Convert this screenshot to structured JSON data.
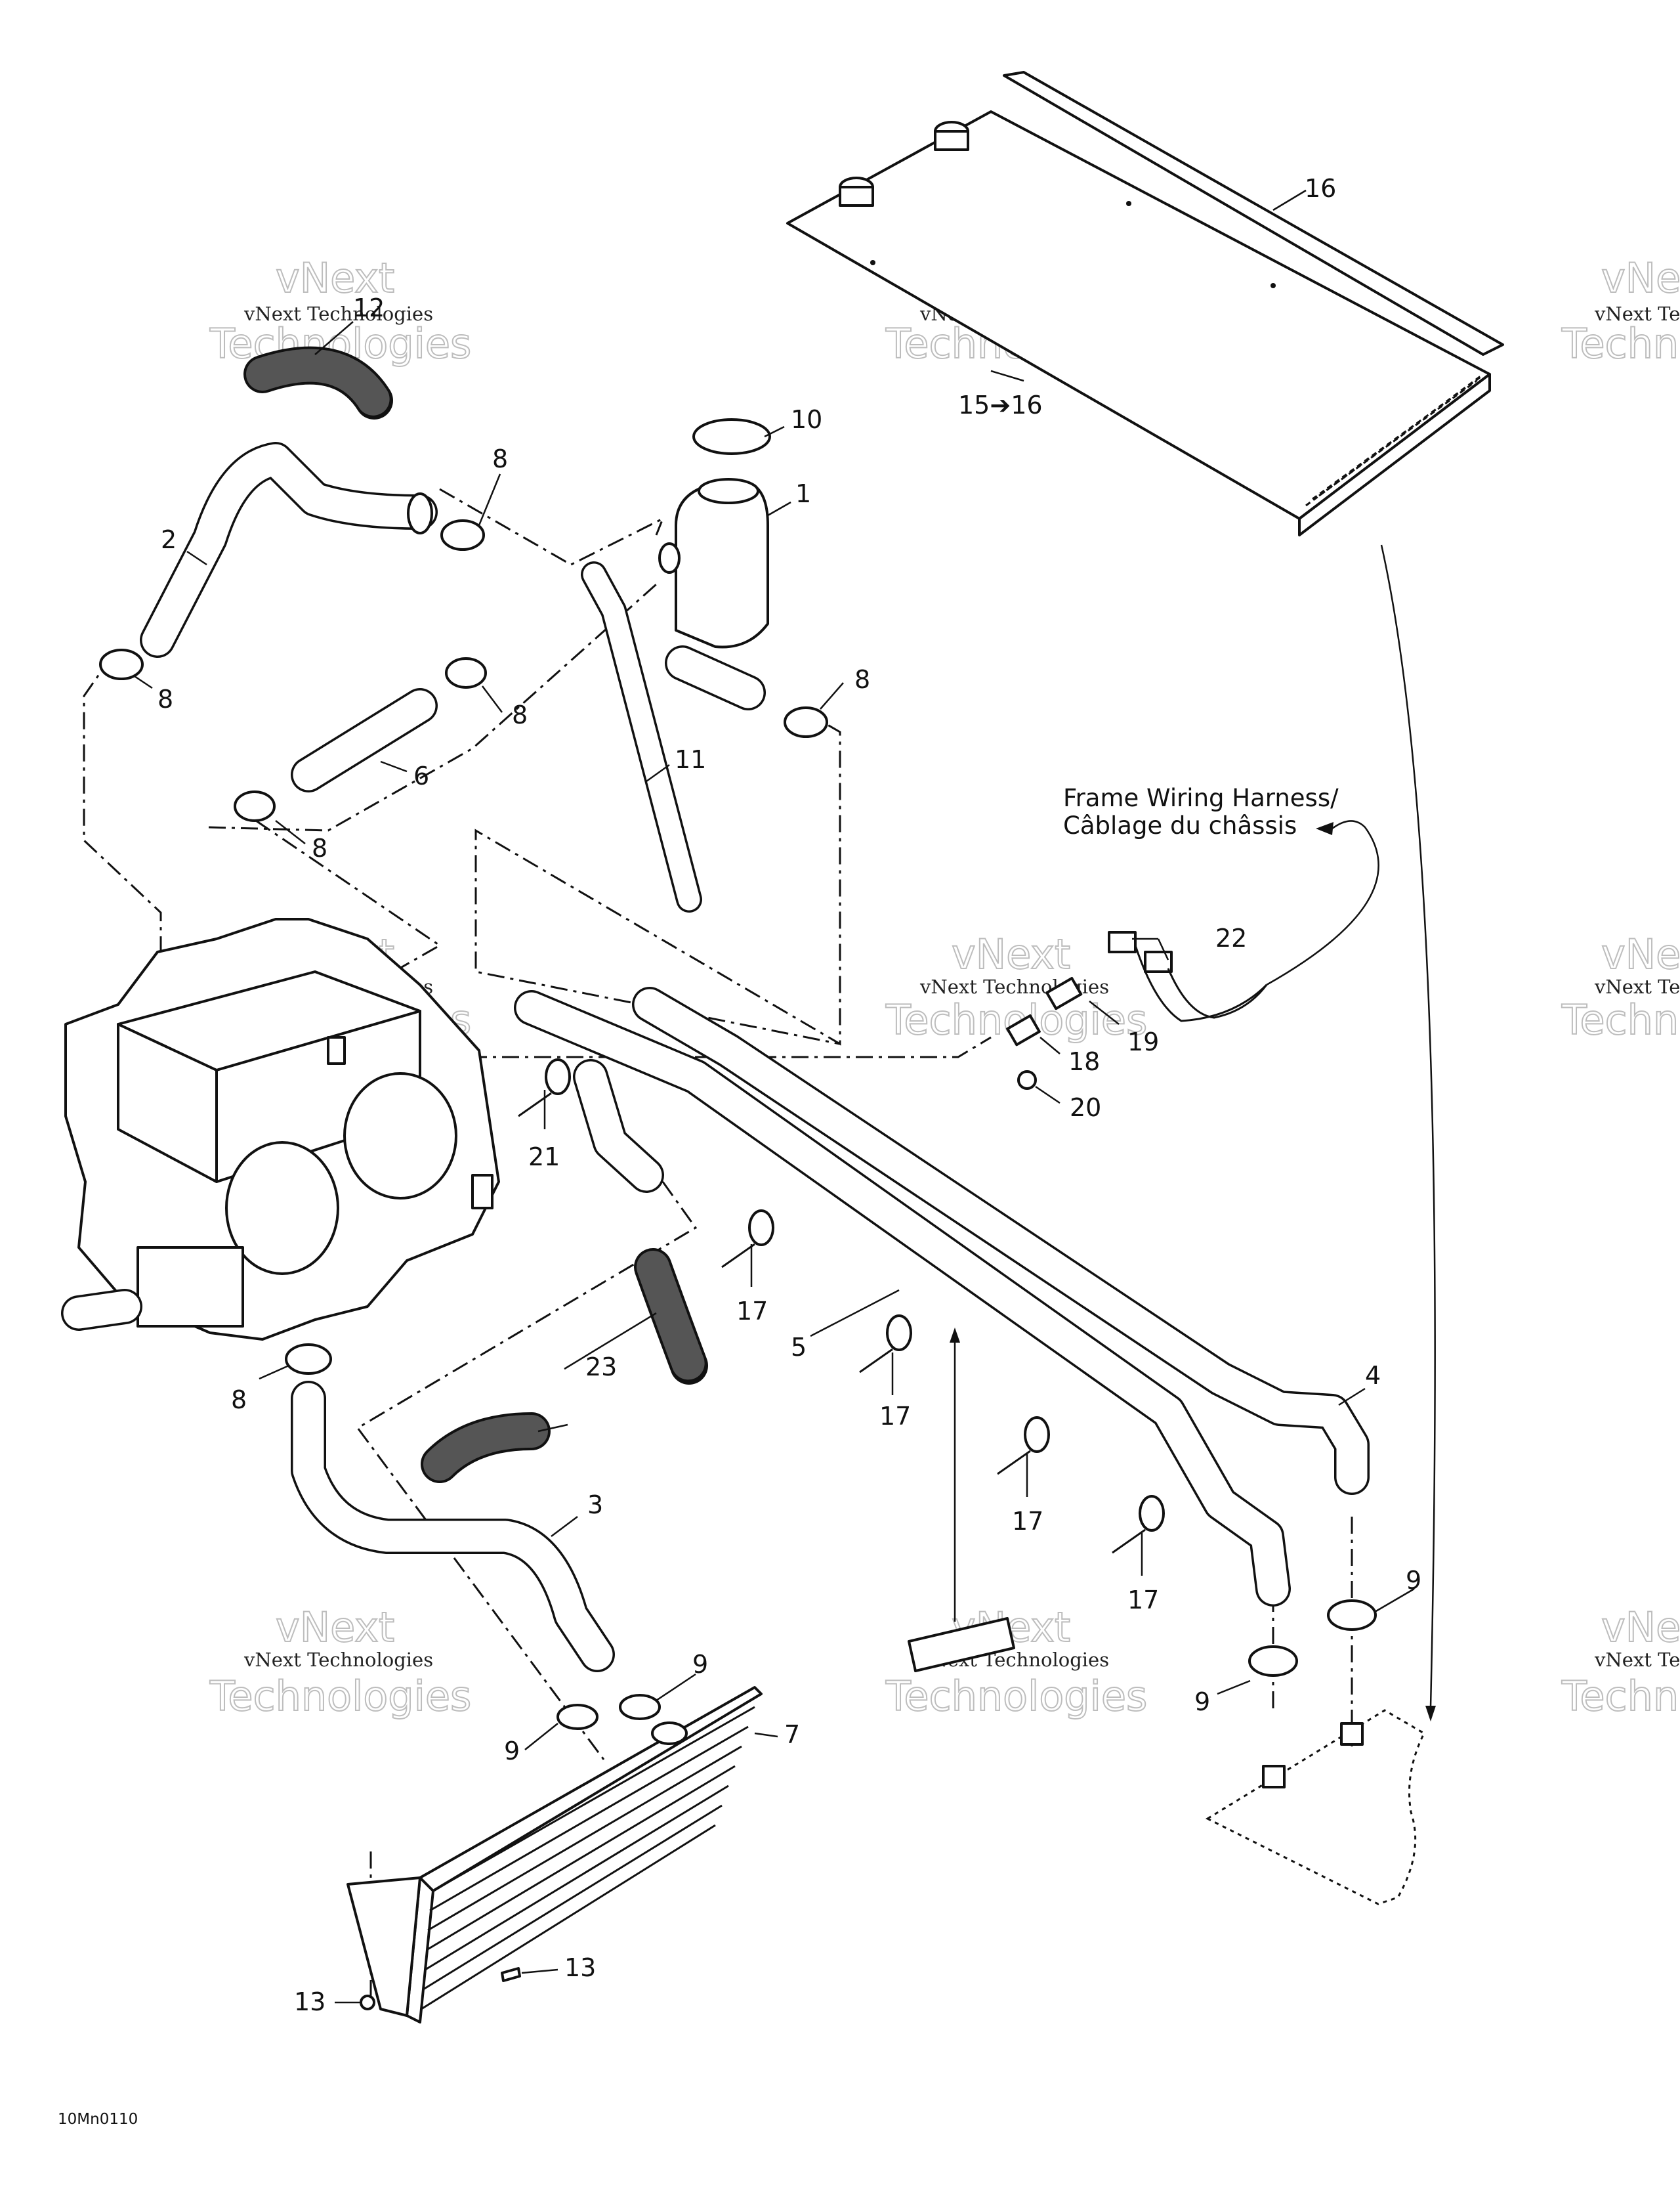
{
  "callouts": {
    "c1": "1",
    "c2": "2",
    "c3": "3",
    "c4": "4",
    "c5": "5",
    "c6": "6",
    "c7": "7",
    "c8": "8",
    "c9": "9",
    "c10": "10",
    "c11": "11",
    "c12": "12",
    "c13": "13",
    "c15_16": "15➔16",
    "c16": "16",
    "c17": "17",
    "c18": "18",
    "c19": "19",
    "c20": "20",
    "c21": "21",
    "c22": "22",
    "c23": "23"
  },
  "harness_label": {
    "line1": "Frame Wiring Harness/",
    "line2": "Câblage du châssis"
  },
  "watermark": {
    "small": "vNext Technologies",
    "big1": "vNext",
    "big2": "Technologies"
  },
  "diagram_code": "10Mn0110"
}
